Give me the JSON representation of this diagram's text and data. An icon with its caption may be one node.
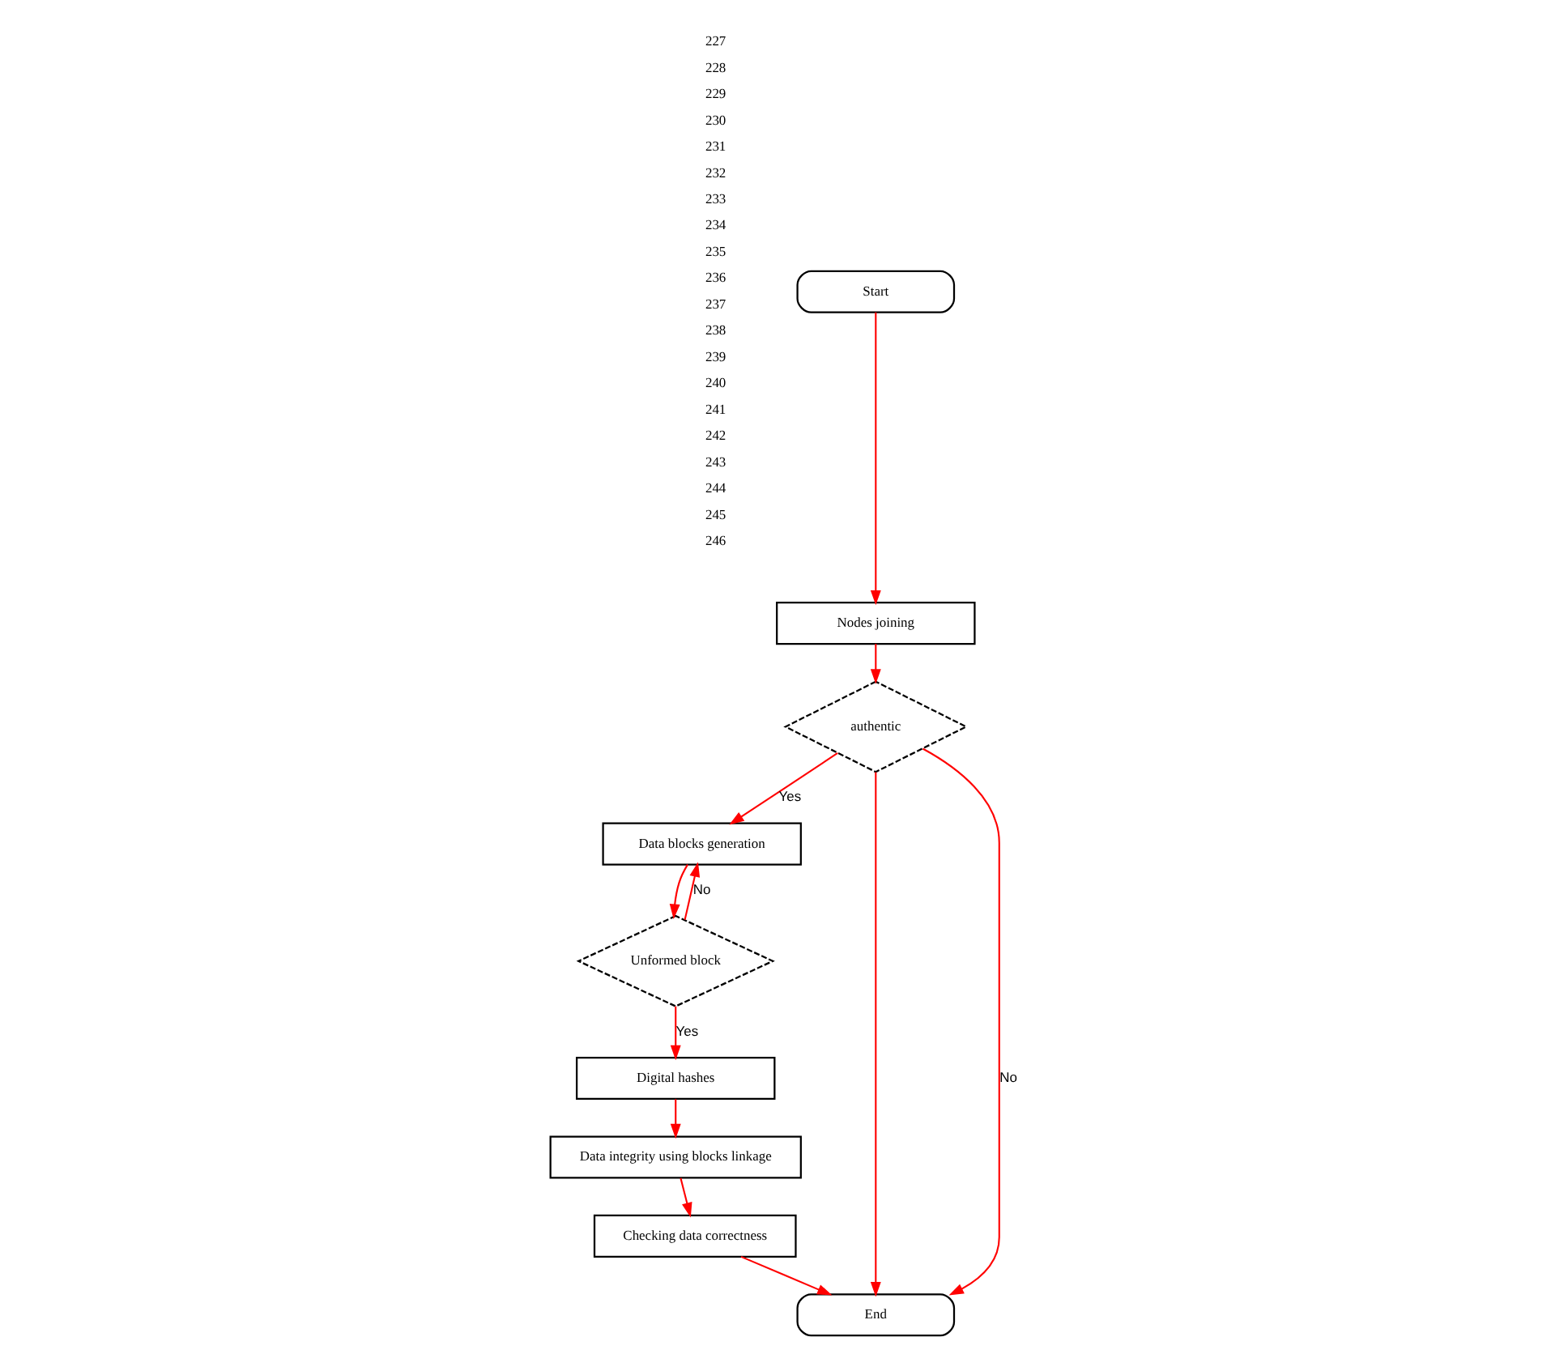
{
  "diagram": {
    "nodes": [
      {
        "text": [
          "Start"
        ]
      },
      {
        "text": [
          "Nodes joining"
        ]
      },
      {
        "text": [
          "authentic"
        ]
      },
      {
        "text": [
          "Data blocks generation"
        ]
      },
      {
        "text": [
          "Unformed block"
        ]
      },
      {
        "text": [
          "Digital hashes"
        ]
      },
      {
        "text": [
          "Data integrity using blocks linkage"
        ]
      },
      {
        "text": [
          "Checking data correctness"
        ]
      },
      {
        "text": [
          "End"
        ]
      }
    ],
    "edges": [
      {
        "from": 0,
        "to": 1,
        "arrow": "to"
      },
      {
        "from": 1,
        "to": 2,
        "arrow": "to"
      },
      {
        "from": 2,
        "to": 3,
        "arrow": "to",
        "label": "Yes"
      },
      {
        "from": 2,
        "to": 8,
        "arrow": "to"
      },
      {
        "from": 2,
        "to": 8,
        "arrow": "to",
        "label": "No"
      },
      {
        "from": 3,
        "to": 4,
        "arrow": "to"
      },
      {
        "from": 4,
        "to": 3,
        "arrow": "to",
        "label": "No"
      },
      {
        "from": 4,
        "to": 5,
        "arrow": "to",
        "label": "Yes"
      },
      {
        "from": 5,
        "to": 6,
        "arrow": "to"
      },
      {
        "from": 6,
        "to": 7,
        "arrow": "to"
      },
      {
        "from": 7,
        "to": 8,
        "arrow": "to"
      }
    ],
    "labels": [
      "227",
      "228",
      "229",
      "230",
      "231",
      "232",
      "233",
      "234",
      "235",
      "236",
      "237",
      "238",
      "239",
      "240",
      "241",
      "242",
      "243",
      "244",
      "245",
      "246"
    ]
  }
}
